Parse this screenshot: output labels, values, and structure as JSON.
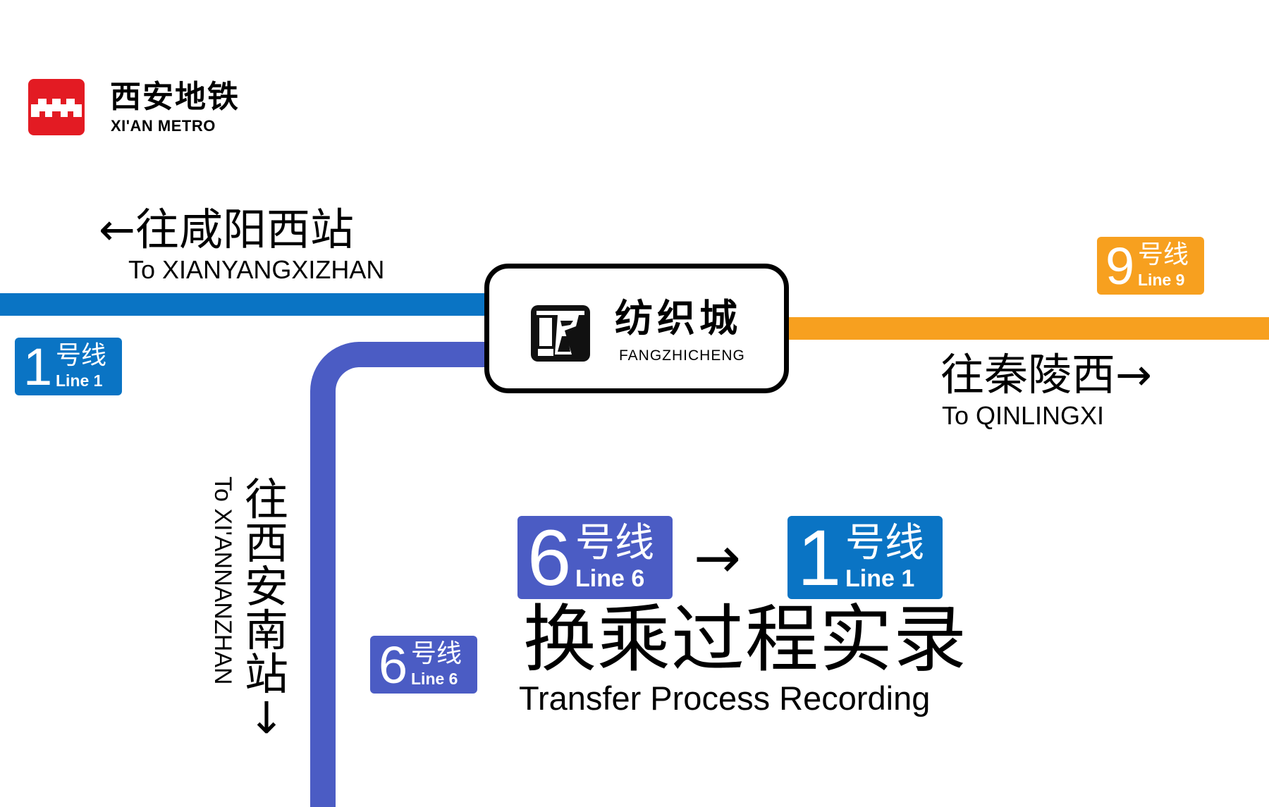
{
  "colors": {
    "line1": "#0A74C4",
    "line6": "#4B5CC4",
    "line9": "#F7A01F",
    "logo_red": "#E31B23"
  },
  "logo": {
    "name_cn": "西安地铁",
    "name_en": "XI'AN METRO",
    "mark_icon": "xian-metro-logo-icon"
  },
  "station": {
    "name_cn": "纺织城",
    "name_en": "FANGZHICHENG",
    "icon": "textile-loom-icon"
  },
  "lines": {
    "line1": {
      "number": "1",
      "cn": "号线",
      "en": "Line 1"
    },
    "line6": {
      "number": "6",
      "cn": "号线",
      "en": "Line 6"
    },
    "line9": {
      "number": "9",
      "cn": "号线",
      "en": "Line 9"
    }
  },
  "directions": {
    "west": {
      "cn": "←往咸阳西站",
      "en": "To XIANYANGXIZHAN"
    },
    "east": {
      "cn": "往秦陵西→",
      "en": "To QINLINGXI"
    },
    "south": {
      "cn_chars": [
        "往",
        "西",
        "安",
        "南",
        "站",
        "↓"
      ],
      "en": "To XI'ANNANZHAN"
    }
  },
  "transfer": {
    "from": {
      "number": "6",
      "cn": "号线",
      "en": "Line 6"
    },
    "arrow": "→",
    "to": {
      "number": "1",
      "cn": "号线",
      "en": "Line 1"
    },
    "title_cn": "换乘过程实录",
    "title_en": "Transfer Process Recording"
  }
}
